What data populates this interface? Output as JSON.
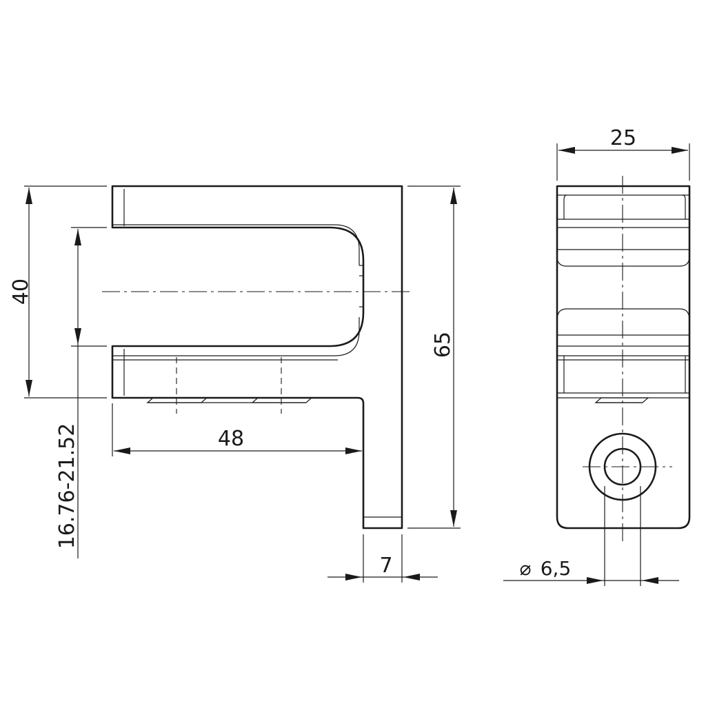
{
  "dimensions": {
    "side_height": "40",
    "clamp_range": "16.76-21.52",
    "depth": "48",
    "total_height": "65",
    "wall_thickness": "7",
    "front_width": "25",
    "hole_symbol": "⌀",
    "hole_diameter": "6,5"
  }
}
